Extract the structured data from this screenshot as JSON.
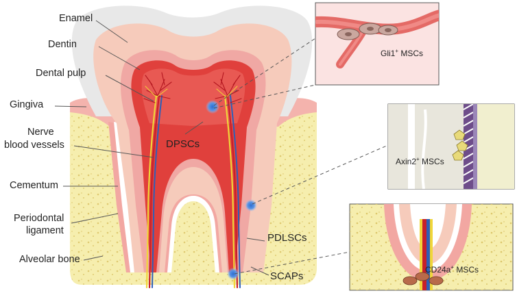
{
  "labels": {
    "enamel": "Enamel",
    "dentin": "Dentin",
    "dental_pulp": "Dental pulp",
    "gingiva": "Gingiva",
    "nerve": "Nerve",
    "blood_vessels": "blood vessels",
    "cementum": "Cementum",
    "periodontal_1": "Periodontal",
    "periodontal_2": "ligament",
    "alveolar_bone": "Alveolar bone",
    "dpscs": "DPSCs",
    "pdlscs": "PDLSCs",
    "scaps": "SCAPs"
  },
  "insets": {
    "gli1": {
      "pre": "Gli1",
      "sup": "+",
      "post": " MSCs"
    },
    "axin2": {
      "pre": "Axin2",
      "sup": "+",
      "post": " MSCs"
    },
    "cd24a": {
      "pre": "CD24a",
      "sup": "+",
      "post": " MSCs"
    }
  },
  "colors": {
    "enamel": "#e8e8e8",
    "dentin": "#f6cbbb",
    "pulp": "#e0403c",
    "bone": "#f6eeae",
    "gingiva": "#f4b3ad",
    "stem_cell": "#4f88d8"
  }
}
